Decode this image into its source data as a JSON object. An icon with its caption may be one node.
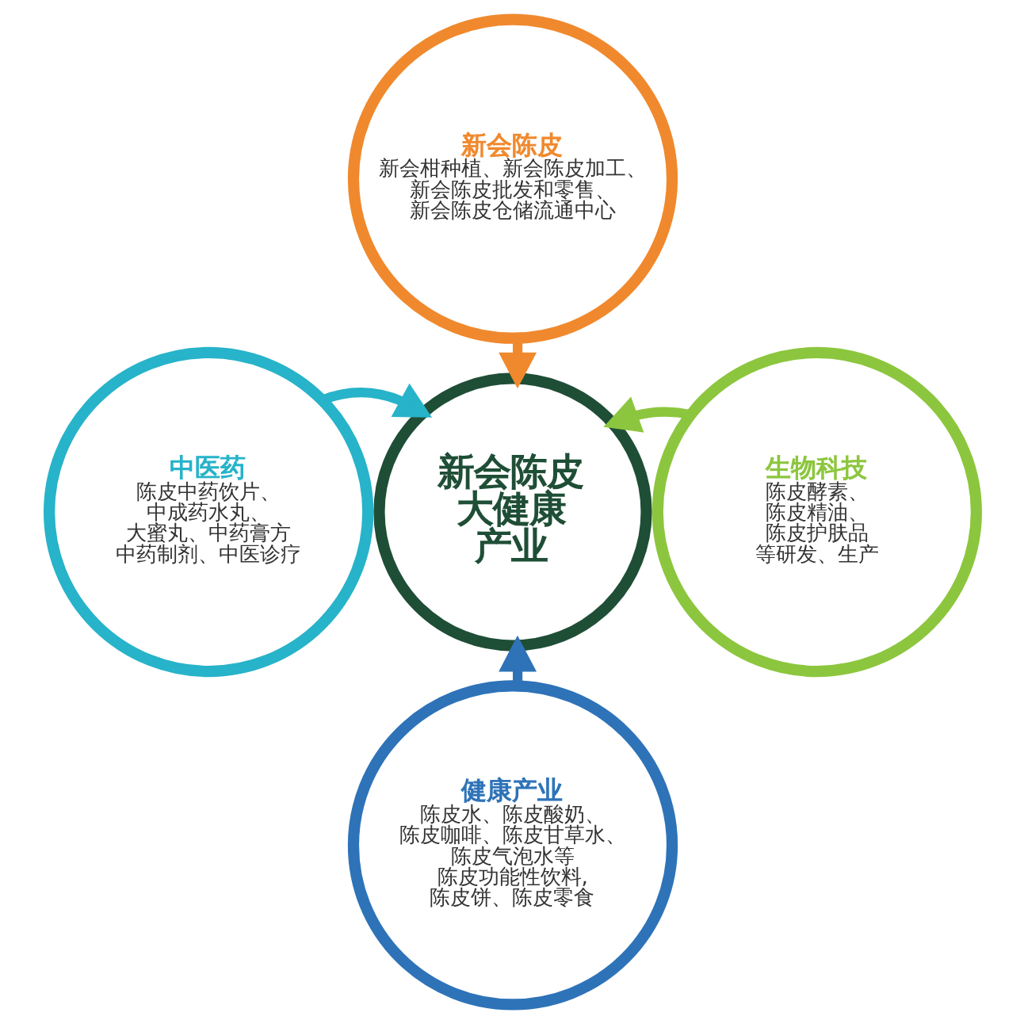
{
  "diagram": {
    "nodes": [
      {
        "text": [
          "新会陈皮",
          "新会柑种植、新会陈皮加工、新会陈皮批发和零售、新会陈皮仓储流通中心"
        ]
      },
      {
        "text": [
          "中医药",
          "陈皮中药饮片、中成药水丸、大蜜丸、中药膏方中药制剂、中医诊疗"
        ]
      },
      {
        "text": [
          "新会陈皮大健康产业"
        ]
      },
      {
        "text": [
          "生物科技",
          "陈皮酵素、陈皮精油、陈皮护肤品等研发、生产"
        ]
      },
      {
        "text": [
          "健康产业",
          "陈皮水、陈皮酸奶、陈皮咖啡、陈皮甘草水、陈皮气泡水等陈皮功能性饮料,陈皮饼、陈皮零食"
        ]
      }
    ],
    "edges": [
      {
        "from": 0,
        "to": 2,
        "arrow": "to",
        "color": "#f0892d"
      },
      {
        "from": 1,
        "to": 2,
        "arrow": "to",
        "color": "#27b3c9"
      },
      {
        "from": 3,
        "to": 2,
        "arrow": "to",
        "color": "#8cc63e"
      },
      {
        "from": 4,
        "to": 2,
        "arrow": "to",
        "color": "#2e73b8"
      }
    ]
  }
}
